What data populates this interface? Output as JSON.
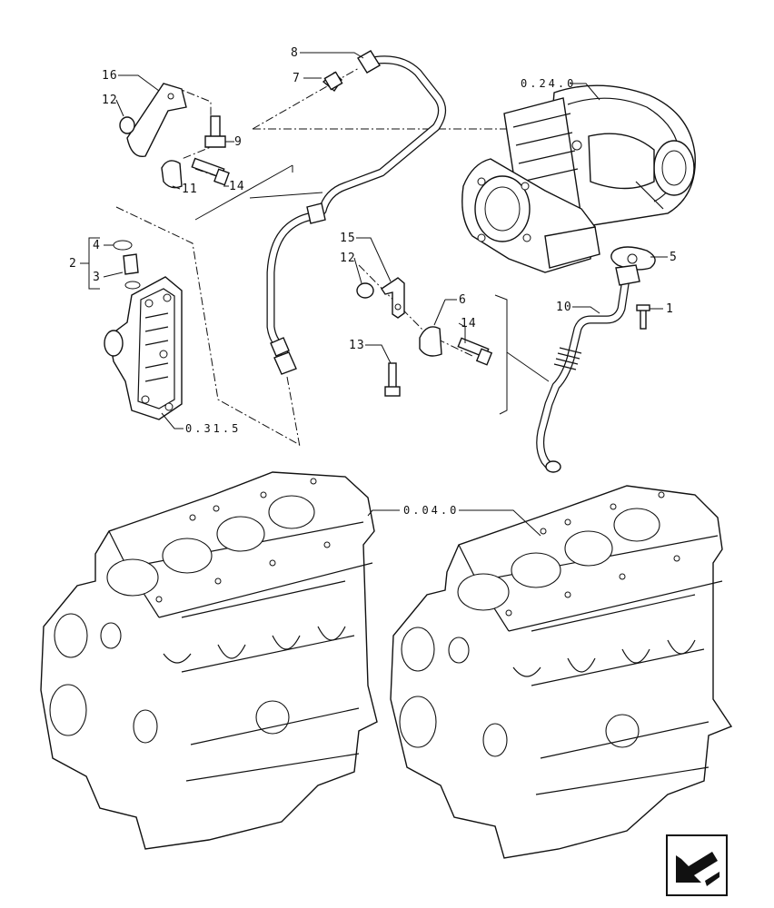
{
  "callouts": {
    "c1": "1",
    "c2": "2",
    "c3": "3",
    "c4": "4",
    "c5": "5",
    "c6": "6",
    "c7": "7",
    "c8": "8",
    "c9": "9",
    "c10": "10",
    "c11": "11",
    "c12a": "12",
    "c12b": "12",
    "c13": "13",
    "c14a": "14",
    "c14b": "14",
    "c15": "15",
    "c16": "16"
  },
  "references": {
    "turbocharger": "0.24.0",
    "oil_filter_support": "0.31.5",
    "engine_block": "0.04.0"
  },
  "nav": {
    "icon": "previous-page-arrow-icon"
  }
}
